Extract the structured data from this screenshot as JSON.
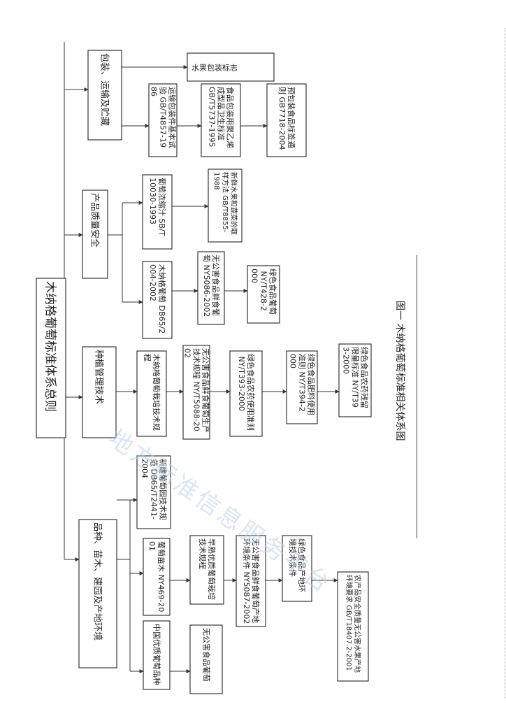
{
  "title": "木纳格葡萄标准体系总则",
  "caption": "图一  木纳格葡萄标准相关体系图",
  "watermark": "地方标准信息服务平台",
  "nodes": {
    "root": "木纳格葡萄标准体系总则",
    "c1": "品种、苗木、建园及产地环境",
    "c2": "种植管理技术",
    "c3": "产品质量安全",
    "c4": "包装、运输及贮藏",
    "c1a": "新建葡萄园技术规范 DB65/T2441-2004",
    "c1b": "葡萄苗木 NY469-2001",
    "c1c": "早熟优质葡萄栽培技术规程",
    "c1d": "无公害食品鲜食葡萄产地环境条件 NY5087-2002",
    "c1e": "绿色食品产地环境技术条件",
    "c1f": "农产品安全质量无公害水果产地环境要求 GB/T18407.2-2001",
    "c1g": "中国优质葡萄品种",
    "c1h": "无公害食品葡萄",
    "c2a": "木纳格葡萄栽培技术规程",
    "c2b": "无公害食品鲜食葡萄生产技术规程 NY/T5088-2002",
    "c2c": "绿色食品农药使用准则 NY/T393-2000",
    "c2d": "绿色食品肥料使用准则 NY/T394-2000",
    "c2e": "绿色食品农药残留限量标准 NY/T393-2000",
    "c3a": "木纳格葡萄 DB65/2004-2002",
    "c3b": "葡萄浓缩汁 SB/T10030-1993",
    "c3c": "无公害食品鲜食葡萄 NY5086-2002",
    "c3d": "新鲜水果和蔬菜的取样方法 GB/T8855-1988",
    "c3e": "绿色食品葡萄 NY/T428-2000",
    "c4a": "水果包装标志",
    "c4b": "运输包装件基本试验 GB/T4857-1986",
    "c4c": "食品包装用聚乙烯成型品卫生标准 GB/T5737-1995",
    "c4d": "预包装食品标签通则 GB7718-2004"
  }
}
